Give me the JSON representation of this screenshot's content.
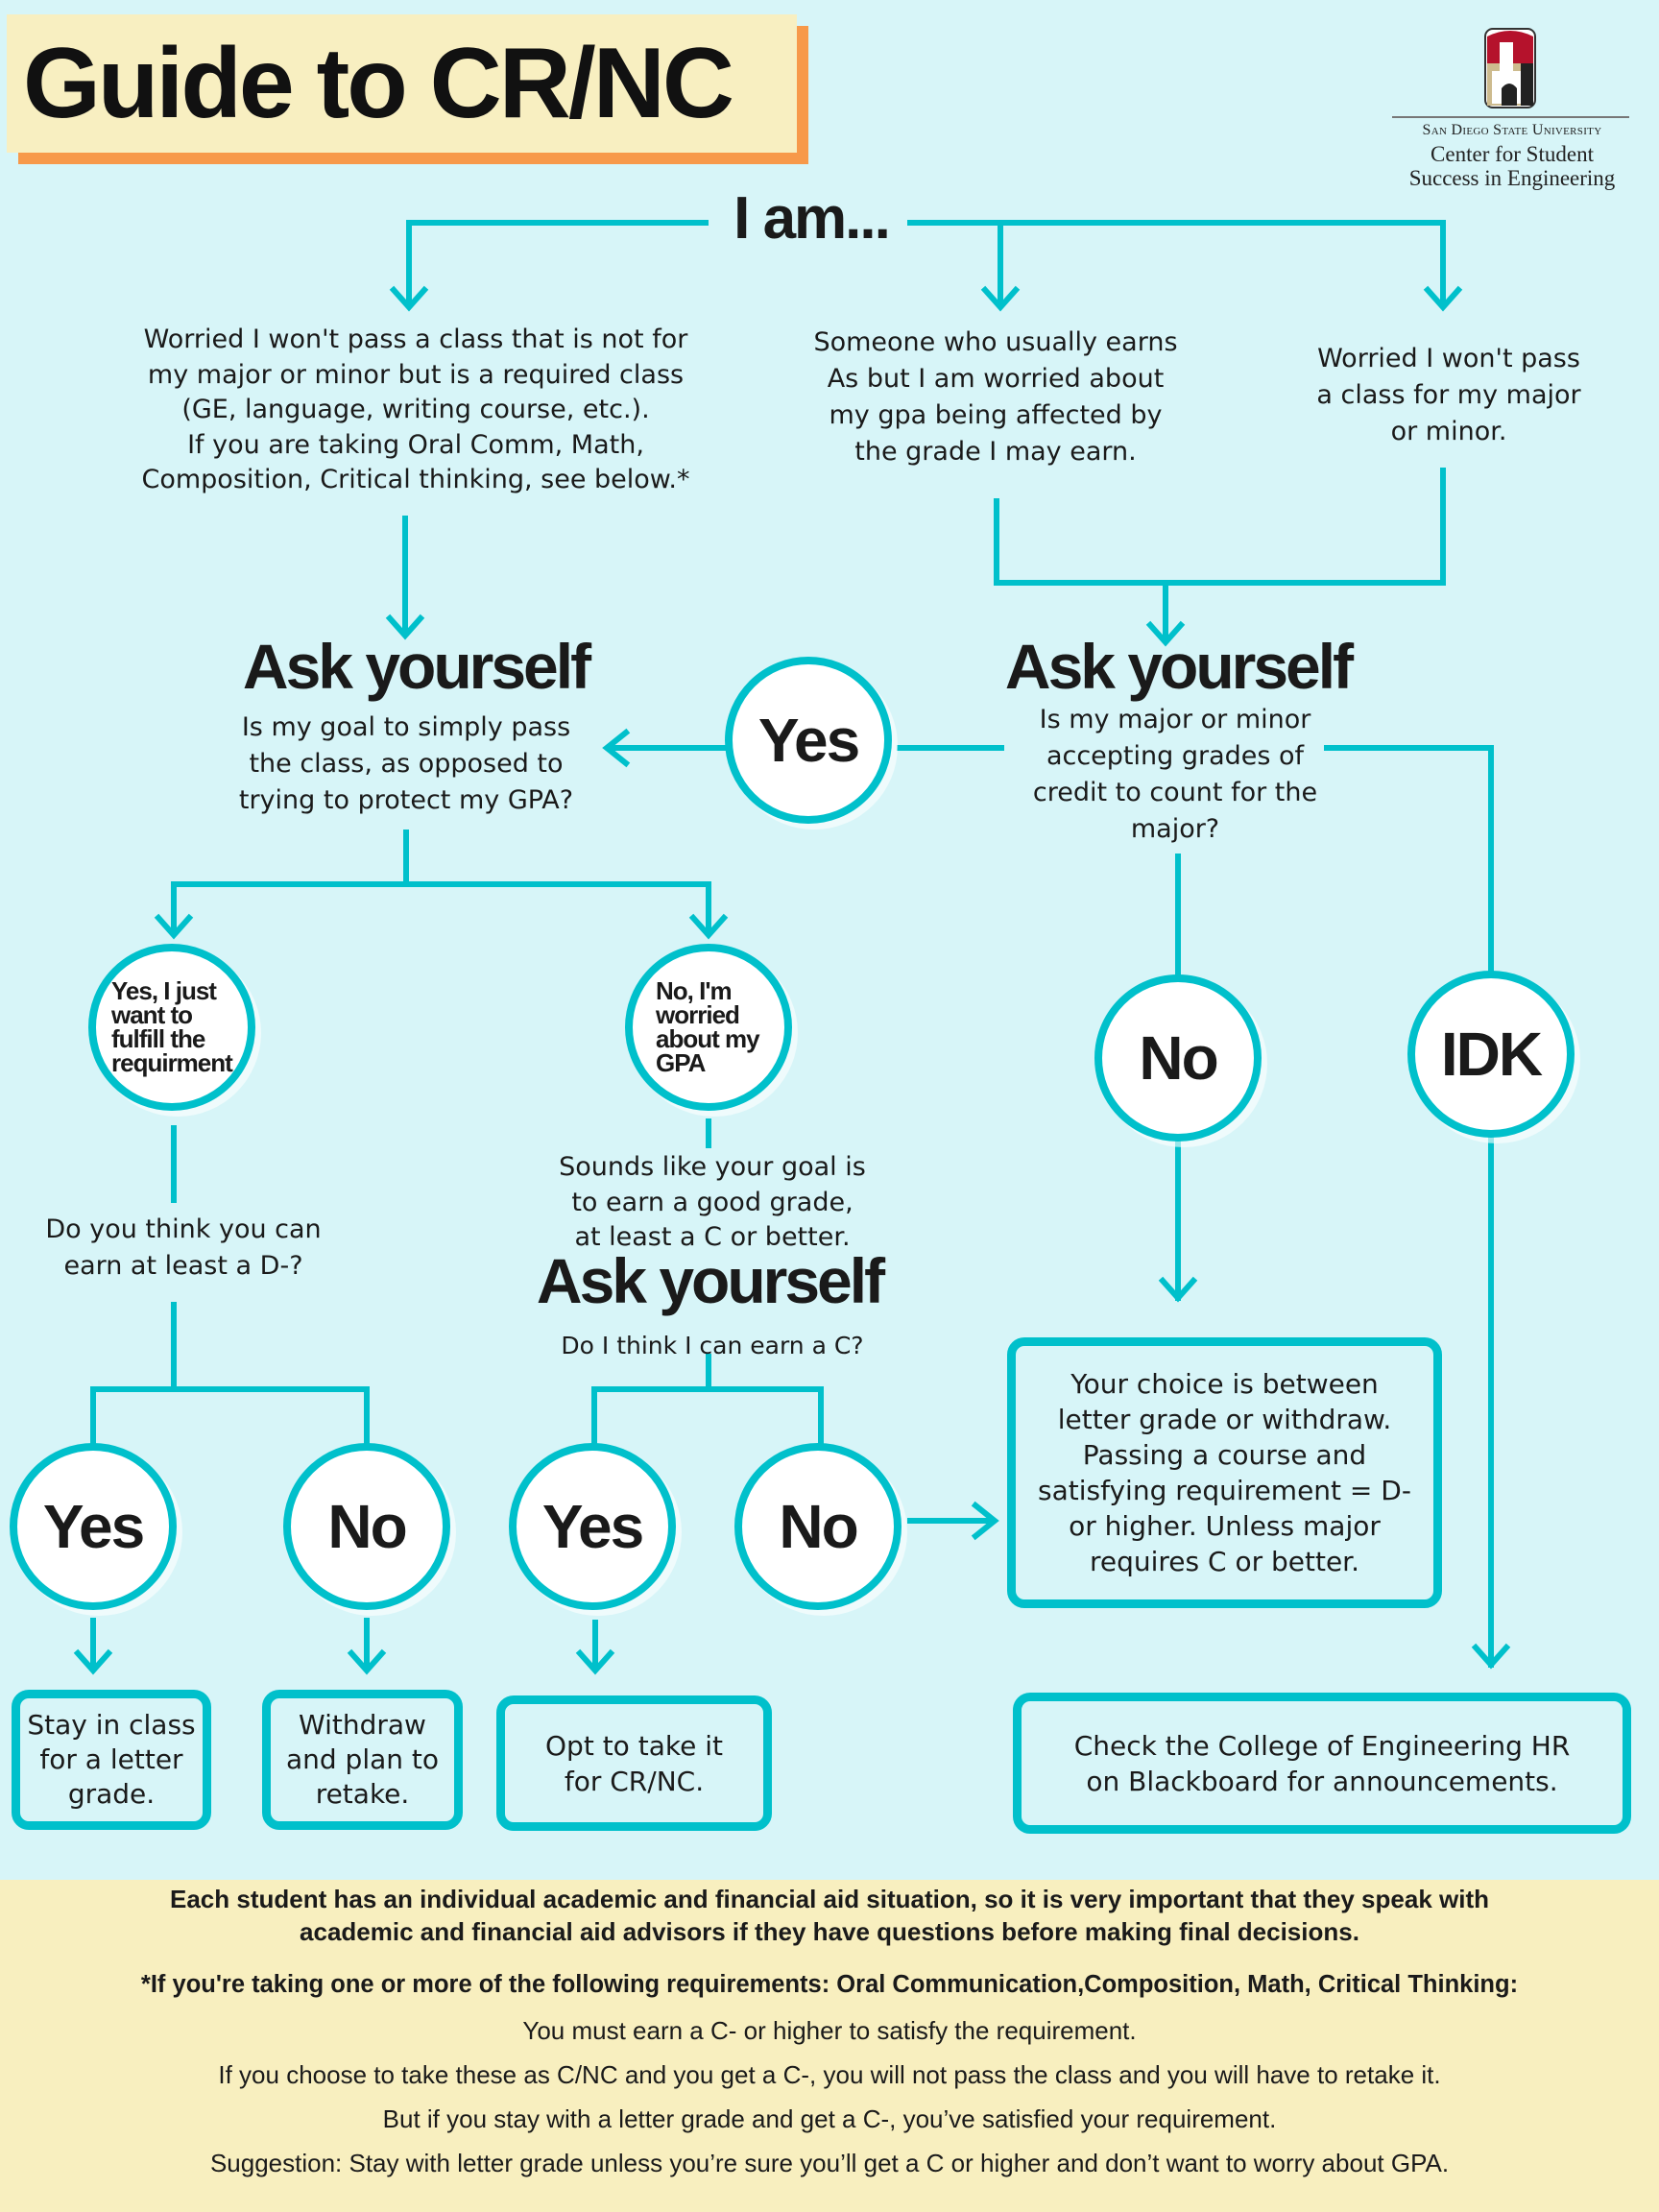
{
  "title": "Guide to CR/NC",
  "logo": {
    "university": "San Diego State University",
    "line1": "Center for Student",
    "line2": "Success in Engineering"
  },
  "start": "I am...",
  "options": [
    {
      "lines": [
        "Worried I won't pass a class that is not for",
        "my major or minor but is a required class",
        "(GE, language, writing course, etc.).",
        "If you are taking Oral Comm, Math,",
        "Composition, Critical thinking, see below.*"
      ]
    },
    {
      "lines": [
        "Someone who usually earns",
        "As but I am worried about",
        "my gpa being affected by",
        "the grade I may earn."
      ]
    },
    {
      "lines": [
        "Worried I won't pass",
        "a class for my major",
        "or minor."
      ]
    }
  ],
  "ask_yourself": "Ask yourself",
  "left_question": [
    "Is my goal to simply pass",
    "the class, as opposed to",
    "trying to protect my GPA?"
  ],
  "right_question": [
    "Is my major or minor",
    "accepting grades of",
    "credit to count for the",
    "major?"
  ],
  "circles": {
    "yes_main": "Yes",
    "no_main": "No",
    "idk": "IDK",
    "yes_fulfill": [
      "Yes, I just",
      "want to",
      "fulfill the",
      "requirment"
    ],
    "no_worried": [
      "No, I'm",
      "worried",
      "about my",
      "GPA"
    ],
    "yes_d": "Yes",
    "no_d": "No",
    "yes_c": "Yes",
    "no_c": "No"
  },
  "d_question": [
    "Do you think you can",
    "earn at least a D-?"
  ],
  "sounds_like": [
    "Sounds like your goal is",
    "to earn a good grade,",
    "at least a C or better."
  ],
  "c_question": "Do I think I can earn a C?",
  "outcomes": {
    "stay": [
      "Stay in class",
      "for a letter",
      "grade."
    ],
    "withdraw": [
      "Withdraw",
      "and plan to",
      "retake."
    ],
    "opt": [
      "Opt to take it",
      "for CR/NC."
    ],
    "choice": [
      "Your choice is between",
      "letter grade or withdraw.",
      "Passing a course and",
      "satisfying requirement = D-",
      "or higher. Unless major",
      "requires C or better."
    ],
    "check": [
      "Check the College of Engineering HR",
      "on Blackboard for announcements."
    ]
  },
  "footer": {
    "note1": "Each student has an individual academic and financial aid situation, so it is very important that they speak with",
    "note2": "academic and financial aid advisors if they have questions before making final decisions.",
    "req": "*If you're taking one or more of the following requirements: Oral Communication,Composition, Math, Critical Thinking:",
    "l1": "You must earn a C- or higher to satisfy the requirement.",
    "l2": "If you choose to take these as C/NC and you get a C-, you will not pass the class and you will have to retake it.",
    "l3": "But if you stay with a letter grade and get a C-, you’ve satisfied your requirement.",
    "l4": "Suggestion: Stay with letter grade unless you’re sure you’ll get a C or higher and don’t want to worry about GPA."
  },
  "colors": {
    "teal": "#00c0cb",
    "background": "#d7f5f8",
    "title_bg": "#f8efc1",
    "title_shadow": "#f7994a",
    "footer_bg": "#f8efbf"
  }
}
